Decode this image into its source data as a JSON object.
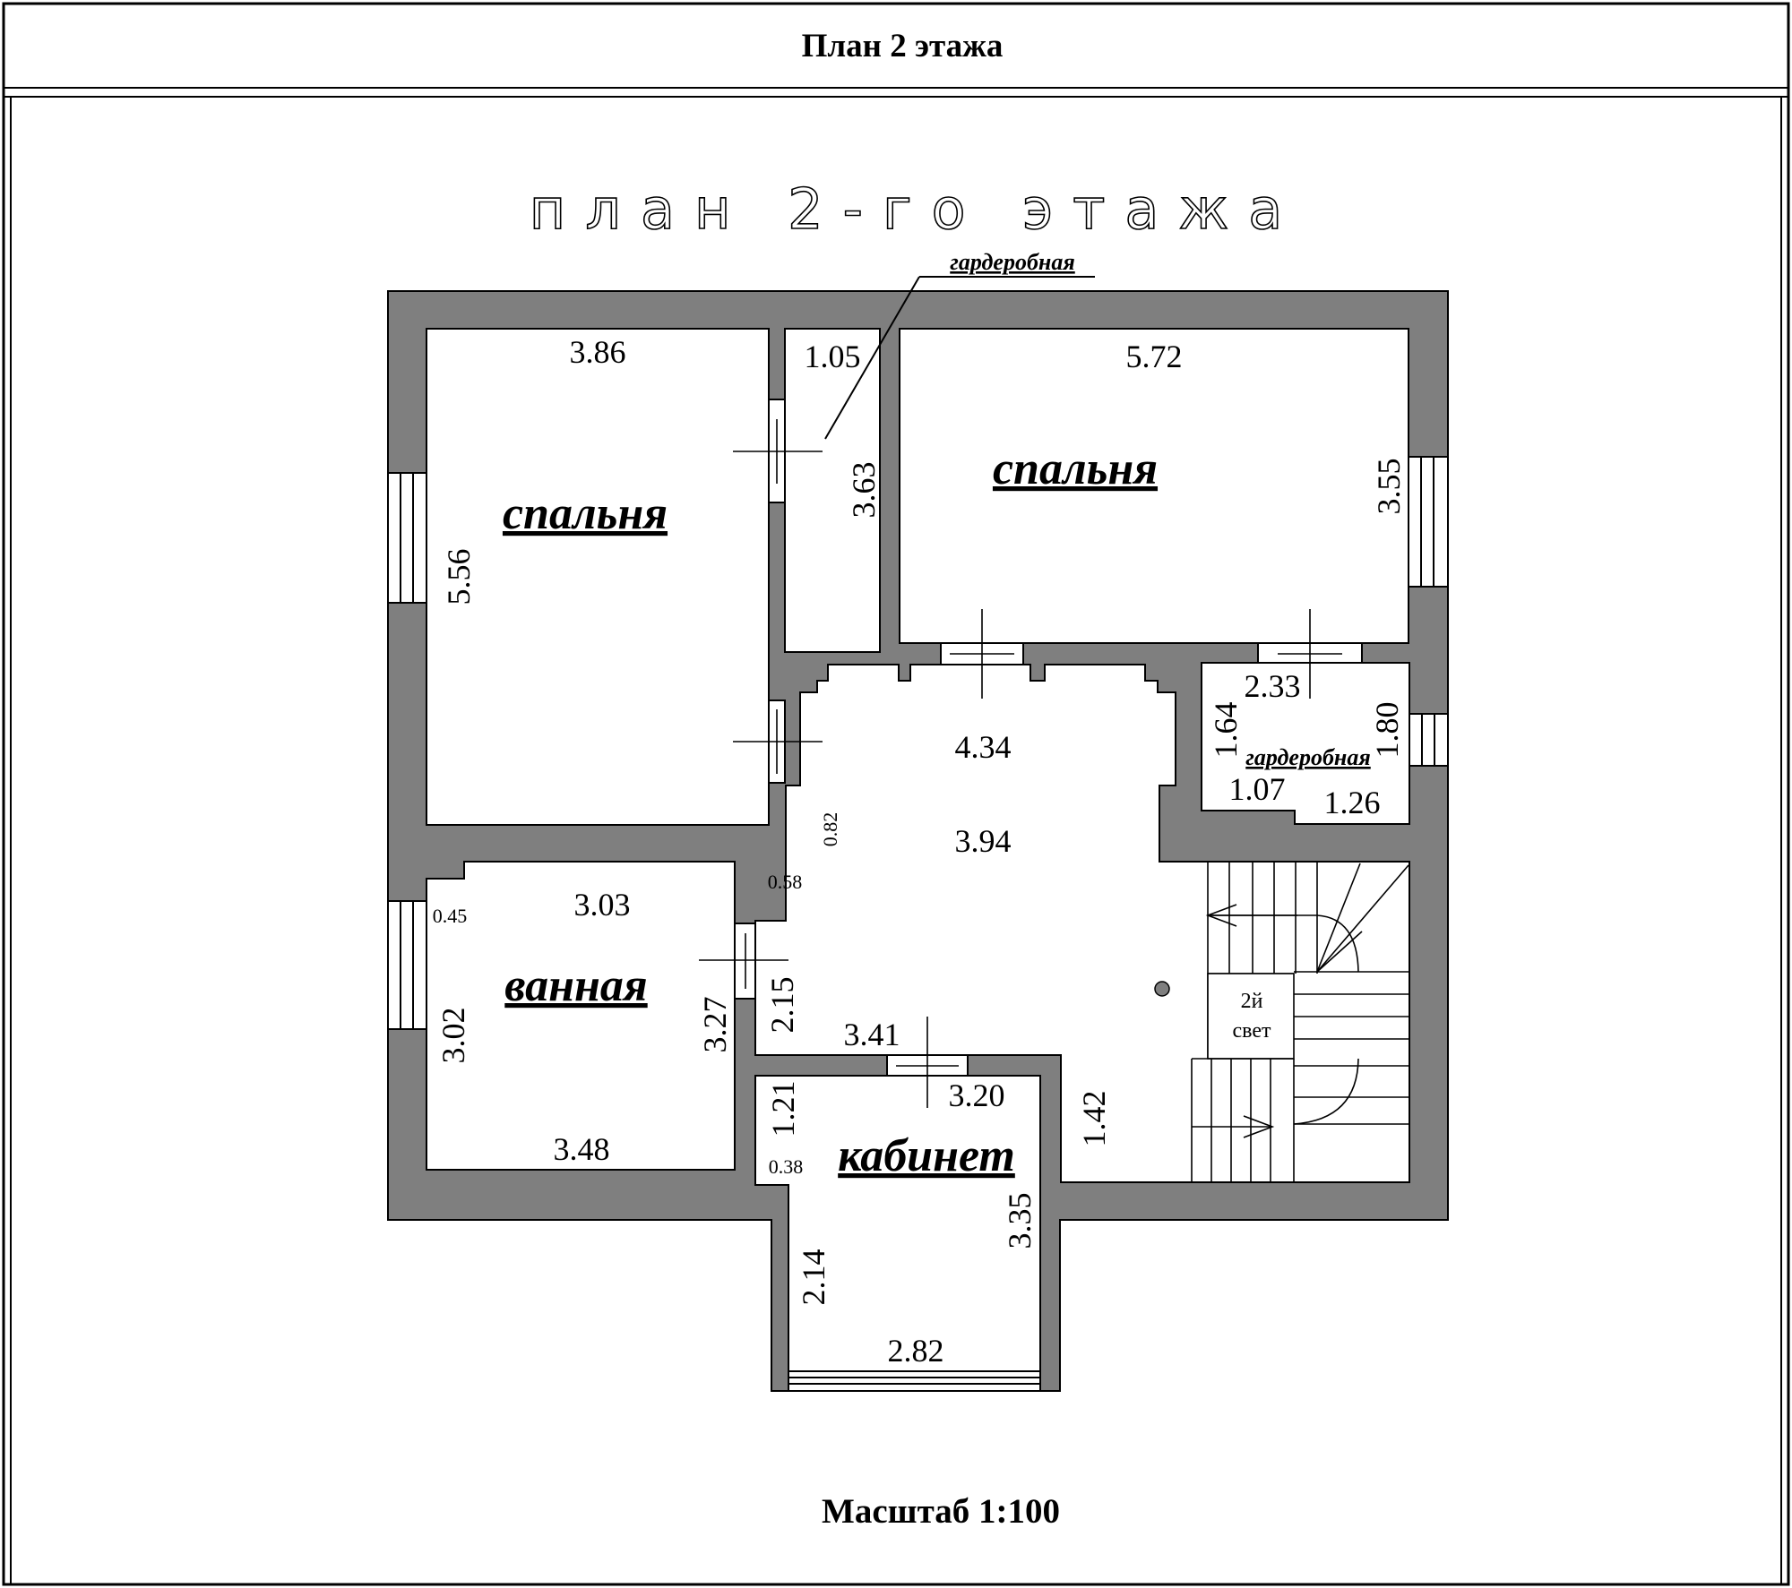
{
  "sheet_title": "План 2 этажа",
  "plan_title": "план 2-го этажа",
  "scale": "Масштаб  1:100",
  "colors": {
    "wall": "#7f7f7f",
    "line": "#000000",
    "background": "#ffffff"
  },
  "rooms": {
    "bedroom_left": "спальня",
    "bedroom_right": "спальня",
    "bathroom": "ванная",
    "study": "кабинет",
    "wardrobe_top": "гардеробная",
    "wardrobe_right": "гардеробная"
  },
  "stair_note": {
    "line1": "2й",
    "line2": "свет"
  },
  "dims": {
    "bl_width": "3.86",
    "bl_height": "5.56",
    "wt_width": "1.05",
    "wt_height": "3.63",
    "br_width": "5.72",
    "br_height": "3.55",
    "wr_width": "2.33",
    "wr_left": "1.64",
    "wr_right": "1.80",
    "wr_bottom_left": "1.07",
    "wr_bottom_right": "1.26",
    "hall_width": "4.34",
    "hall_depth": "3.94",
    "hall_082": "0.82",
    "hall_058": "0.58",
    "bath_top": "3.03",
    "bath_045": "0.45",
    "bath_left": "3.02",
    "bath_right": "3.27",
    "bath_bottom": "3.48",
    "corr_215": "2.15",
    "corr_341": "3.41",
    "study_320": "3.20",
    "study_121": "1.21",
    "study_038": "0.38",
    "study_335": "3.35",
    "study_214": "2.14",
    "study_282": "2.82",
    "stair_142": "1.42"
  }
}
